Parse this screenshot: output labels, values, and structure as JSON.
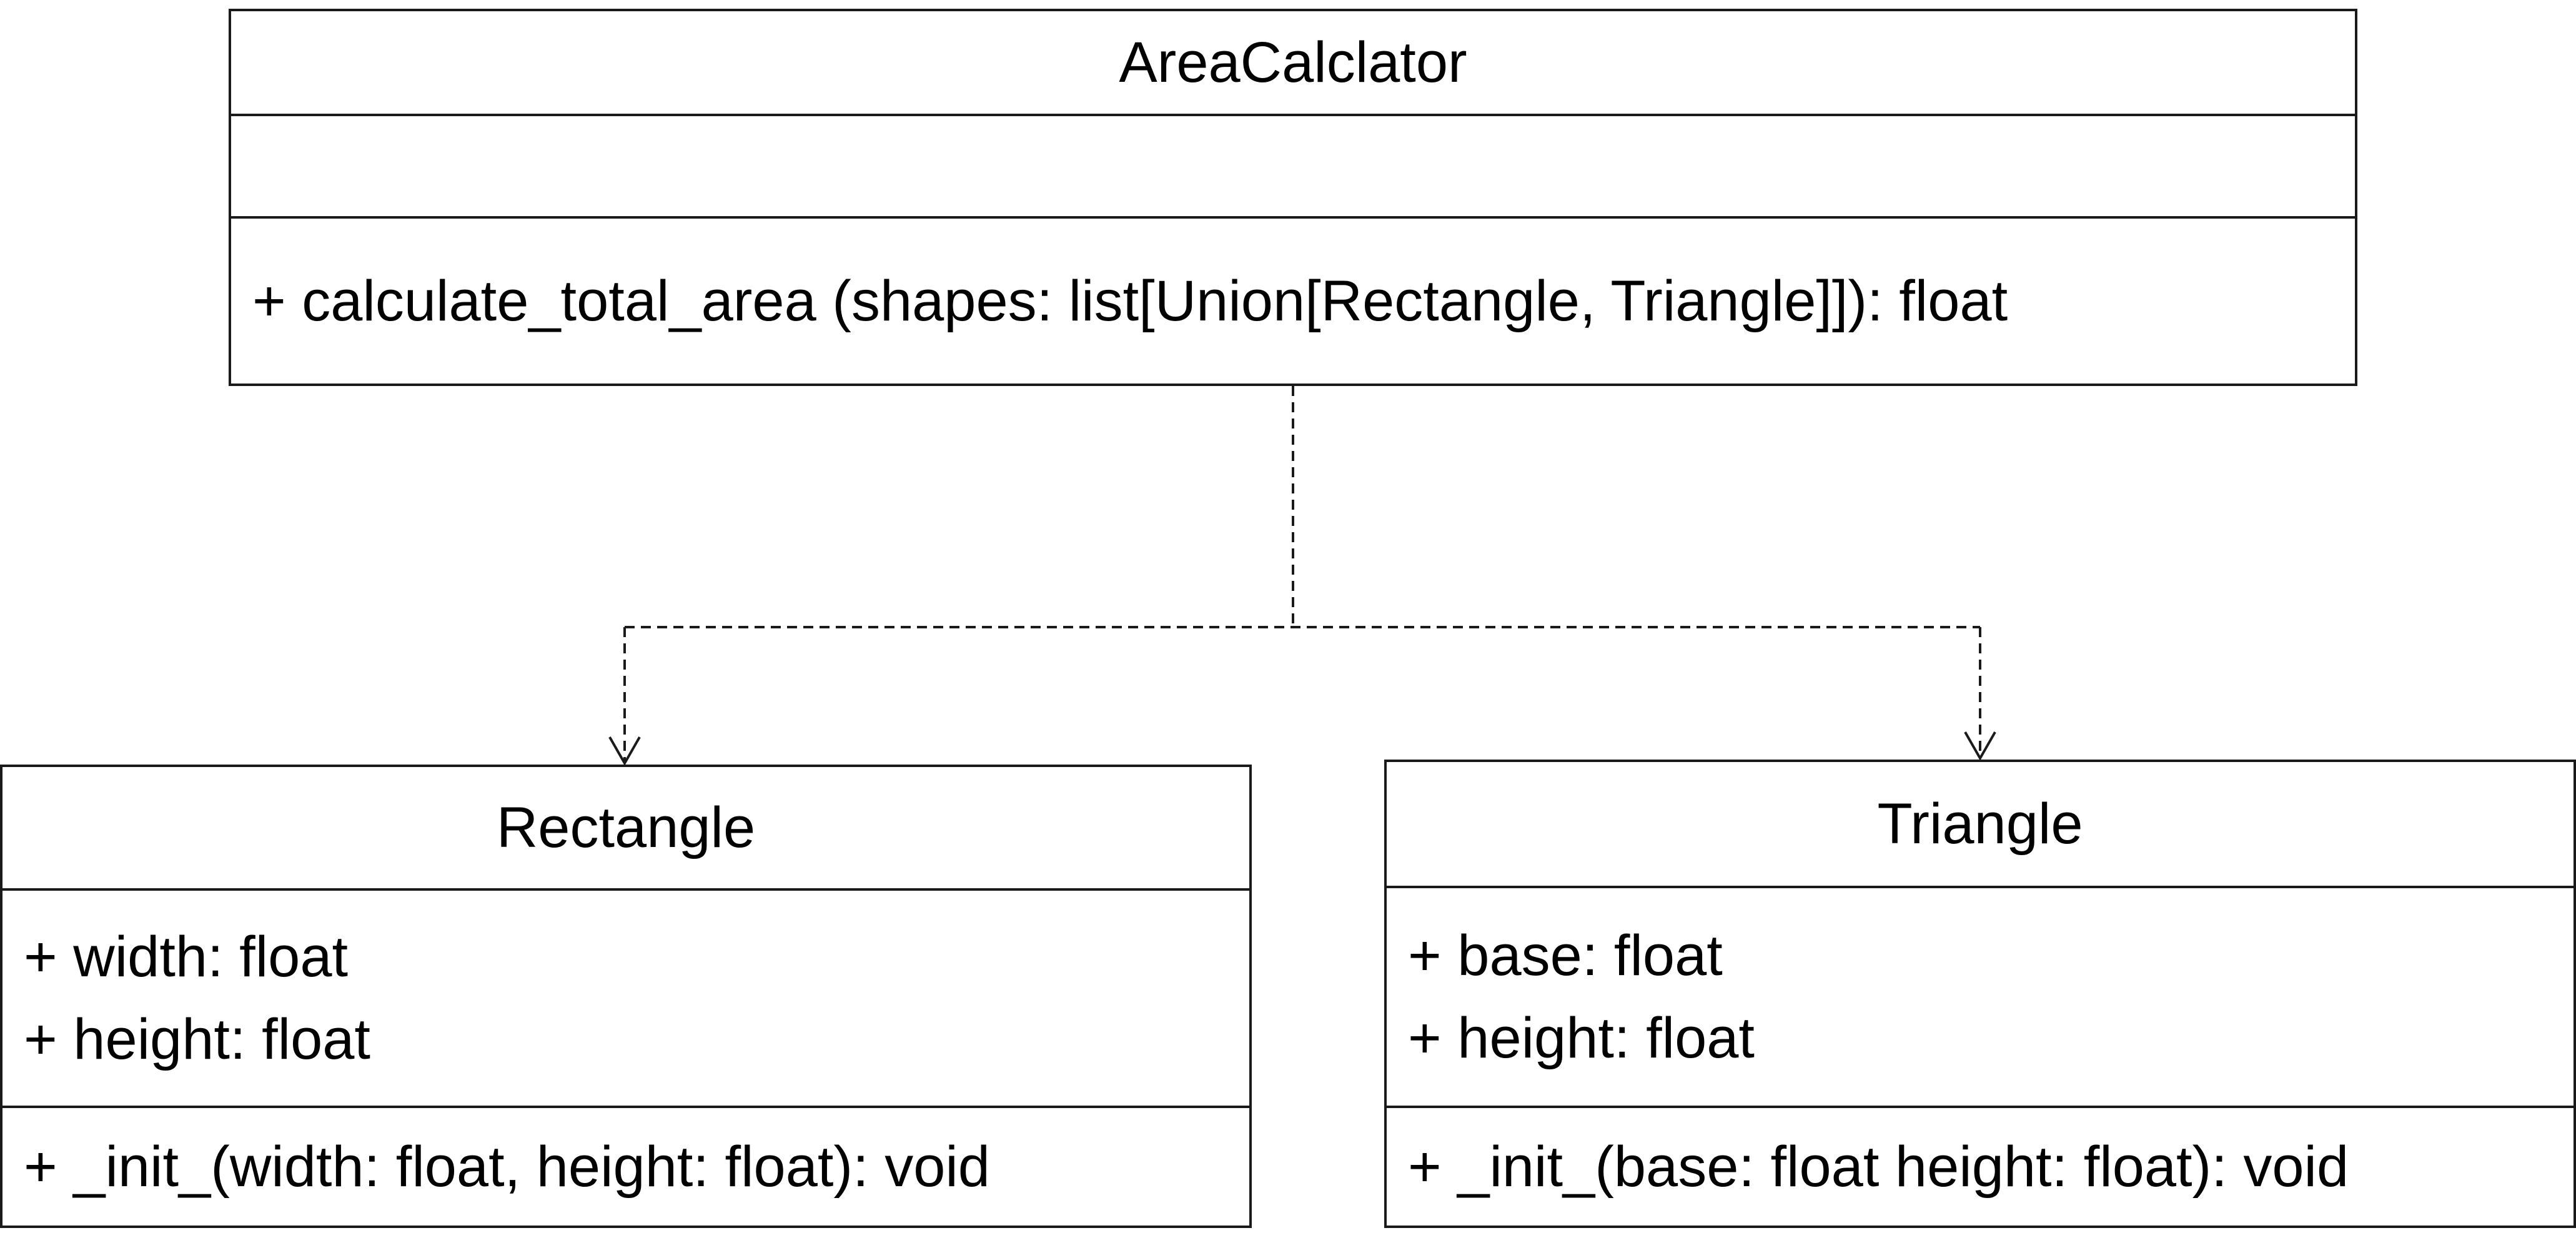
{
  "diagram": {
    "classes": {
      "area_calculator": {
        "name": "AreaCalclator",
        "attributes": [],
        "methods": [
          "+ calculate_total_area (shapes: list[Union[Rectangle, Triangle]]): float"
        ]
      },
      "rectangle": {
        "name": "Rectangle",
        "attributes": [
          "+ width: float",
          "+ height: float"
        ],
        "methods": [
          "+ _init_(width: float, height: float): void"
        ]
      },
      "triangle": {
        "name": "Triangle",
        "attributes": [
          "+ base: float",
          "+ height: float"
        ],
        "methods": [
          "+ _init_(base: float height: float): void"
        ]
      }
    },
    "relationships": [
      {
        "from": "AreaCalclator",
        "to": "Rectangle",
        "type": "dependency"
      },
      {
        "from": "AreaCalclator",
        "to": "Triangle",
        "type": "dependency"
      }
    ],
    "colors": {
      "line": "#1a1a1a",
      "background": "#ffffff"
    }
  }
}
